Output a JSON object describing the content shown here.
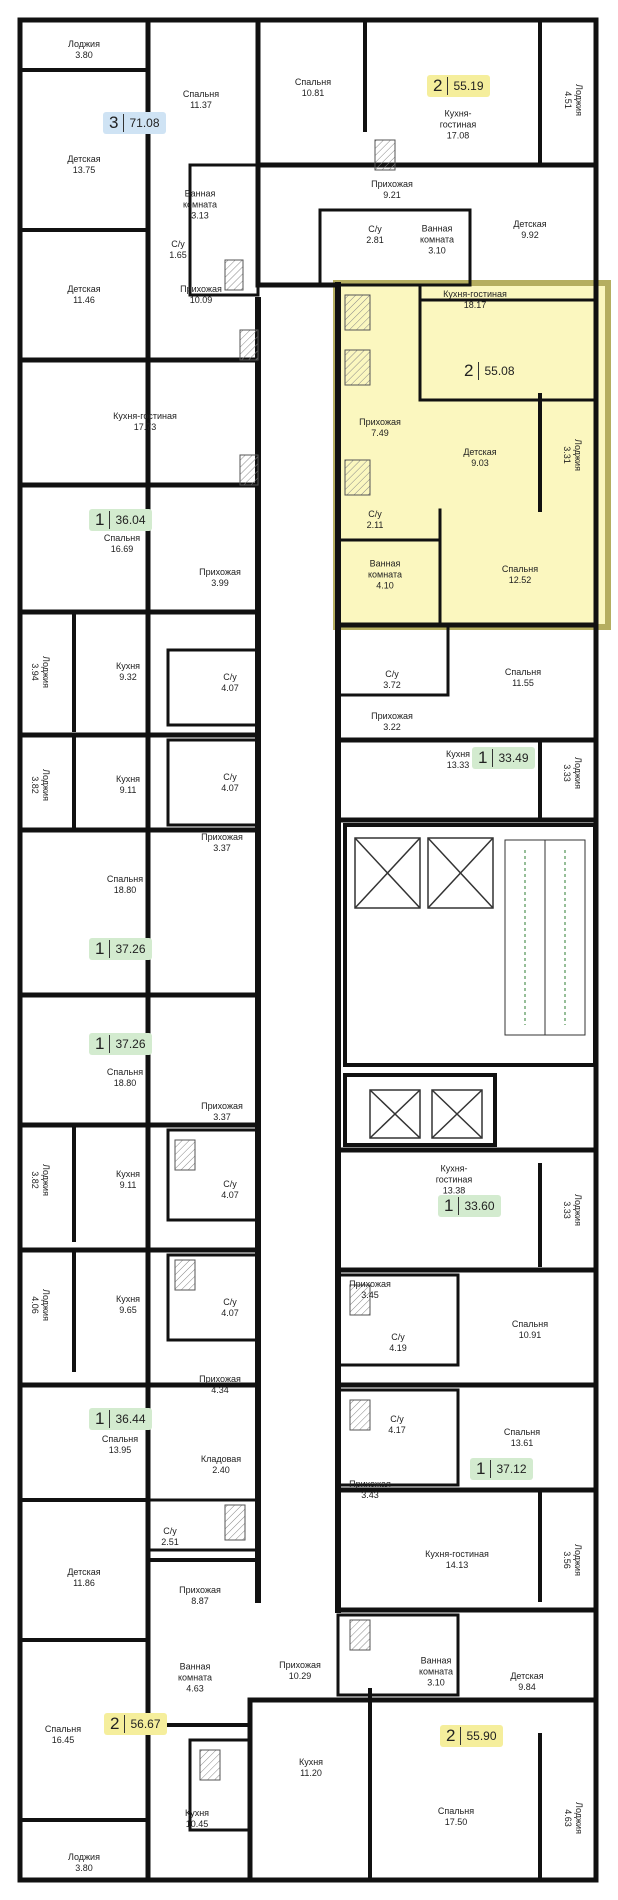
{
  "colors": {
    "wall": "#111111",
    "selected_fill": "#fbf7bf",
    "selected_outline": "#b5ae60",
    "badge_blue": "#cfe3f4",
    "badge_yellow": "#f5ee9c",
    "badge_green": "#d3ebcf",
    "stair": "#2e7d32"
  },
  "badges": [
    {
      "id": "b3-71",
      "rooms": "3",
      "area": "71.08",
      "color": "blue"
    },
    {
      "id": "b2-5519",
      "rooms": "2",
      "area": "55.19",
      "color": "yellow"
    },
    {
      "id": "b2-5508",
      "rooms": "2",
      "area": "55.08",
      "color": "none"
    },
    {
      "id": "b1-3604",
      "rooms": "1",
      "area": "36.04",
      "color": "green"
    },
    {
      "id": "b1-3349",
      "rooms": "1",
      "area": "33.49",
      "color": "green"
    },
    {
      "id": "b1-3726a",
      "rooms": "1",
      "area": "37.26",
      "color": "green"
    },
    {
      "id": "b1-3726b",
      "rooms": "1",
      "area": "37.26",
      "color": "green"
    },
    {
      "id": "b1-3360",
      "rooms": "1",
      "area": "33.60",
      "color": "green"
    },
    {
      "id": "b1-3644",
      "rooms": "1",
      "area": "36.44",
      "color": "green"
    },
    {
      "id": "b1-3712",
      "rooms": "1",
      "area": "37.12",
      "color": "green"
    },
    {
      "id": "b2-5667",
      "rooms": "2",
      "area": "56.67",
      "color": "yellow"
    },
    {
      "id": "b2-5590",
      "rooms": "2",
      "area": "55.90",
      "color": "yellow"
    }
  ],
  "rooms": [
    {
      "n": "Лоджия",
      "a": "3.80"
    },
    {
      "n": "Спальня",
      "a": "11.37"
    },
    {
      "n": "Детская",
      "a": "13.75"
    },
    {
      "n": "Ванная|комната",
      "a": "3.13"
    },
    {
      "n": "С/у",
      "a": "1.65"
    },
    {
      "n": "Детская",
      "a": "11.46"
    },
    {
      "n": "Прихожая",
      "a": "10.09"
    },
    {
      "n": "Кухня-гостиная",
      "a": "17.73"
    },
    {
      "n": "Спальня",
      "a": "10.81"
    },
    {
      "n": "Кухня-|гостиная",
      "a": "17.08"
    },
    {
      "n": "Лоджия",
      "a": "4.51"
    },
    {
      "n": "Прихожая",
      "a": "9.21"
    },
    {
      "n": "С/у",
      "a": "2.81"
    },
    {
      "n": "Ванная|комната",
      "a": "3.10"
    },
    {
      "n": "Детская",
      "a": "9.92"
    },
    {
      "n": "Кухня-гостиная",
      "a": "18.17"
    },
    {
      "n": "Прихожая",
      "a": "7.49"
    },
    {
      "n": "Детская",
      "a": "9.03"
    },
    {
      "n": "Лоджия",
      "a": "3.31"
    },
    {
      "n": "С/у",
      "a": "2.11"
    },
    {
      "n": "Ванная|комната",
      "a": "4.10"
    },
    {
      "n": "Спальня",
      "a": "12.52"
    },
    {
      "n": "Спальня",
      "a": "16.69"
    },
    {
      "n": "Прихожая",
      "a": "3.99"
    },
    {
      "n": "Лоджия",
      "a": "3.94"
    },
    {
      "n": "Кухня",
      "a": "9.32"
    },
    {
      "n": "С/у",
      "a": "4.07"
    },
    {
      "n": "С/у",
      "a": "3.72"
    },
    {
      "n": "Спальня",
      "a": "11.55"
    },
    {
      "n": "Прихожая",
      "a": "3.22"
    },
    {
      "n": "Лоджия",
      "a": "3.82"
    },
    {
      "n": "Кухня",
      "a": "9.11"
    },
    {
      "n": "С/у",
      "a": "4.07"
    },
    {
      "n": "Кухня",
      "a": "13.33"
    },
    {
      "n": "Лоджия",
      "a": "3.33"
    },
    {
      "n": "Прихожая",
      "a": "3.37"
    },
    {
      "n": "Спальня",
      "a": "18.80"
    },
    {
      "n": "Спальня",
      "a": "18.80"
    },
    {
      "n": "Прихожая",
      "a": "3.37"
    },
    {
      "n": "Лоджия",
      "a": "3.82"
    },
    {
      "n": "Кухня",
      "a": "9.11"
    },
    {
      "n": "С/у",
      "a": "4.07"
    },
    {
      "n": "Кухня-|гостиная",
      "a": "13.38"
    },
    {
      "n": "Лоджия",
      "a": "3.33"
    },
    {
      "n": "Лоджия",
      "a": "4.06"
    },
    {
      "n": "Кухня",
      "a": "9.65"
    },
    {
      "n": "С/у",
      "a": "4.07"
    },
    {
      "n": "Прихожая",
      "a": "3.45"
    },
    {
      "n": "С/у",
      "a": "4.19"
    },
    {
      "n": "Спальня",
      "a": "10.91"
    },
    {
      "n": "Прихожая",
      "a": "4.34"
    },
    {
      "n": "С/у",
      "a": "4.17"
    },
    {
      "n": "Спальня",
      "a": "13.61"
    },
    {
      "n": "Спальня",
      "a": "13.95"
    },
    {
      "n": "Кладовая",
      "a": "2.40"
    },
    {
      "n": "Прихожая",
      "a": "3.43"
    },
    {
      "n": "С/у",
      "a": "2.51"
    },
    {
      "n": "Кухня-гостиная",
      "a": "14.13"
    },
    {
      "n": "Лоджия",
      "a": "3.56"
    },
    {
      "n": "Детская",
      "a": "11.86"
    },
    {
      "n": "Прихожая",
      "a": "8.87"
    },
    {
      "n": "Прихожая",
      "a": "10.29"
    },
    {
      "n": "Ванная|комната",
      "a": "3.10"
    },
    {
      "n": "Детская",
      "a": "9.84"
    },
    {
      "n": "Ванная|комната",
      "a": "4.63"
    },
    {
      "n": "Спальня",
      "a": "16.45"
    },
    {
      "n": "Кухня",
      "a": "10.45"
    },
    {
      "n": "Кухня",
      "a": "11.20"
    },
    {
      "n": "Спальня",
      "a": "17.50"
    },
    {
      "n": "Лоджия",
      "a": "4.63"
    },
    {
      "n": "Лоджия",
      "a": "3.80"
    }
  ]
}
